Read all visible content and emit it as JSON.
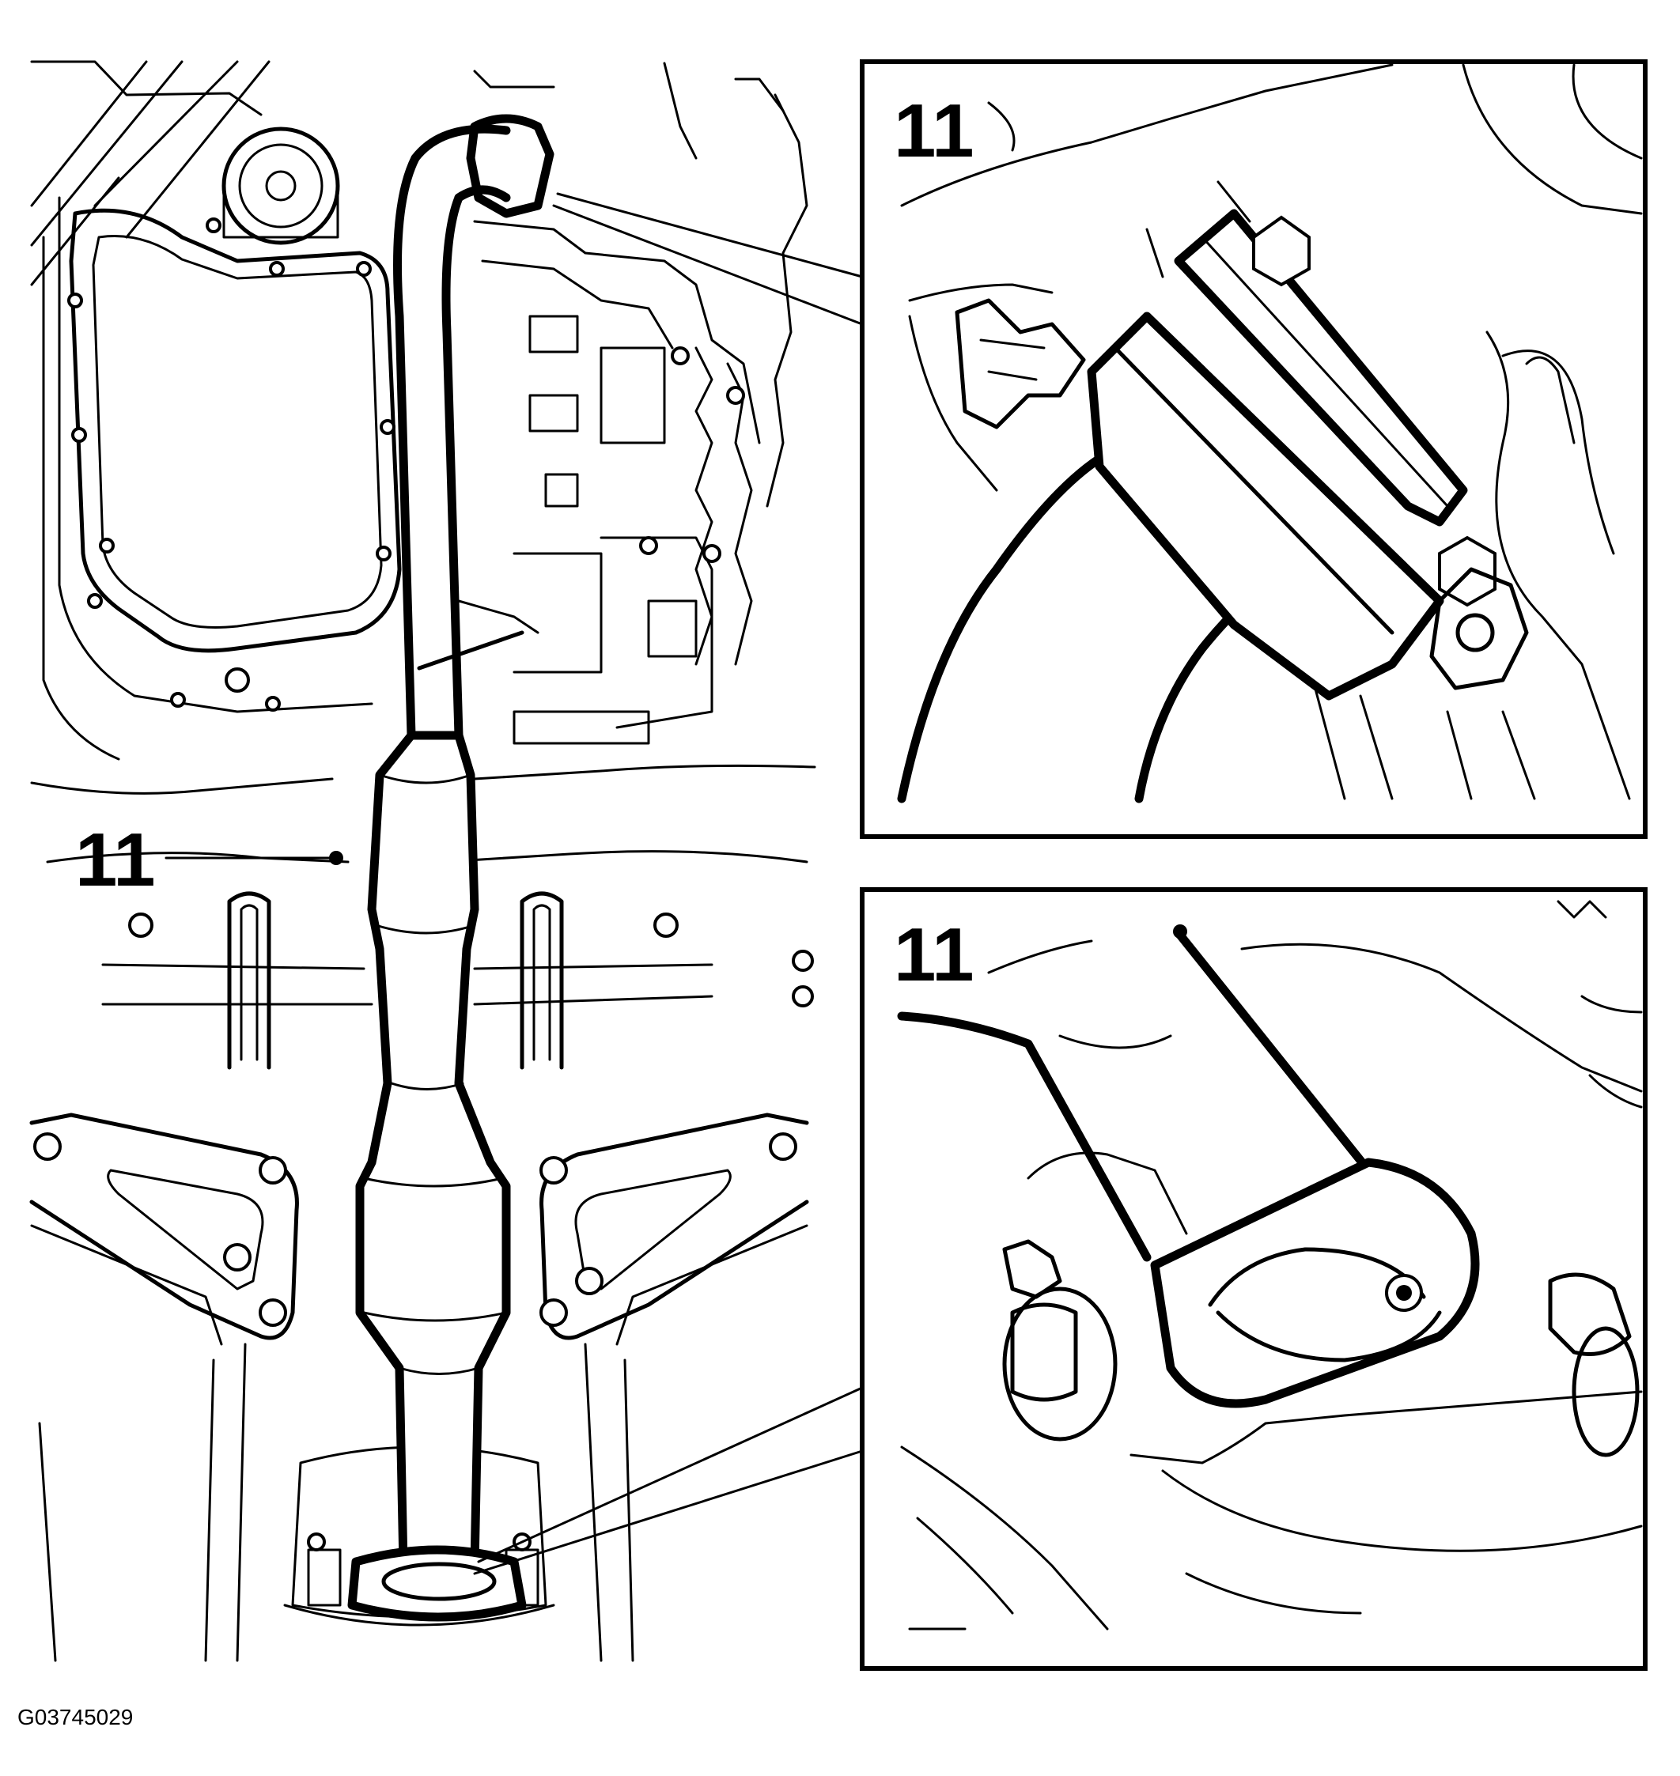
{
  "main_view": {
    "callout_label": "11"
  },
  "detail_top": {
    "callout_label": "11"
  },
  "detail_bottom": {
    "callout_label": "11"
  },
  "figure_id": "G03745029",
  "colors": {
    "line": "#000000",
    "background": "#ffffff"
  }
}
